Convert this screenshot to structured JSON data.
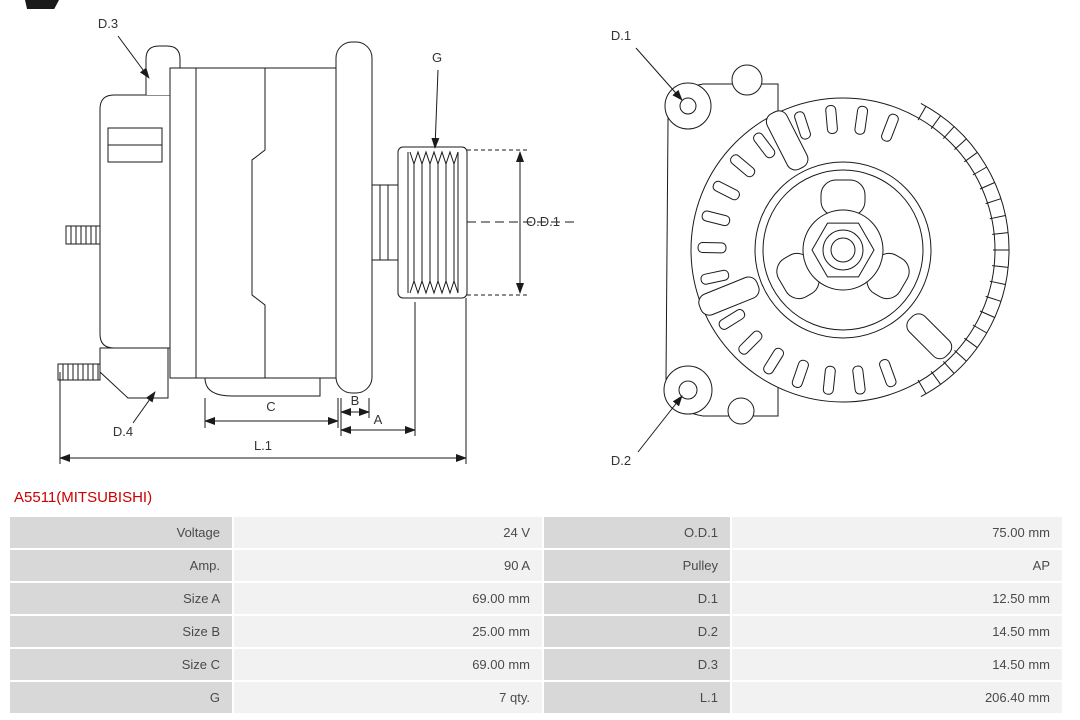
{
  "title": "A5511(MITSUBISHI)",
  "colors": {
    "title_red": "#cc0000",
    "label_cell_bg": "#d8d8d8",
    "value_cell_bg": "#f2f2f2",
    "line": "#1a1a1a"
  },
  "drawing": {
    "labels": {
      "d1": "D.1",
      "d2": "D.2",
      "d3": "D.3",
      "d4": "D.4",
      "g": "G",
      "od1": "O.D.1",
      "a": "A",
      "b": "B",
      "c": "C",
      "l1": "L.1"
    }
  },
  "specs": {
    "rows": [
      [
        "Voltage",
        "24 V",
        "O.D.1",
        "75.00 mm"
      ],
      [
        "Amp.",
        "90 A",
        "Pulley",
        "AP"
      ],
      [
        "Size A",
        "69.00 mm",
        "D.1",
        "12.50 mm"
      ],
      [
        "Size B",
        "25.00 mm",
        "D.2",
        "14.50 mm"
      ],
      [
        "Size C",
        "69.00 mm",
        "D.3",
        "14.50 mm"
      ],
      [
        "G",
        "7 qty.",
        "L.1",
        "206.40 mm"
      ]
    ]
  }
}
